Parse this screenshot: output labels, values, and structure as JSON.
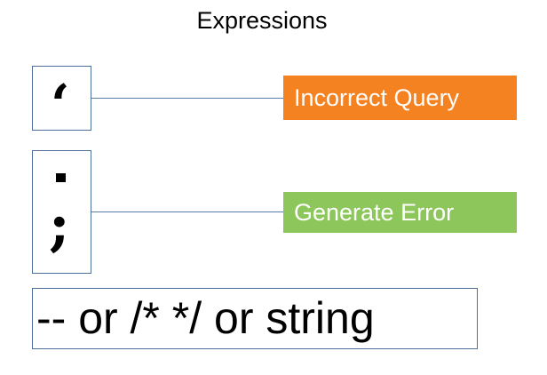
{
  "title": "Expressions",
  "symbols": {
    "quote": "‘",
    "colon_top": "·",
    "semicolon": ";"
  },
  "labels": {
    "incorrect_query": "Incorrect Query",
    "generate_error": "Generate Error"
  },
  "comment_text": "-- or /* */ or string",
  "colors": {
    "box_border": "#4f6f9b",
    "connector": "#5b7fad",
    "orange_label": "#f58220",
    "green_label": "#8dc75b"
  }
}
